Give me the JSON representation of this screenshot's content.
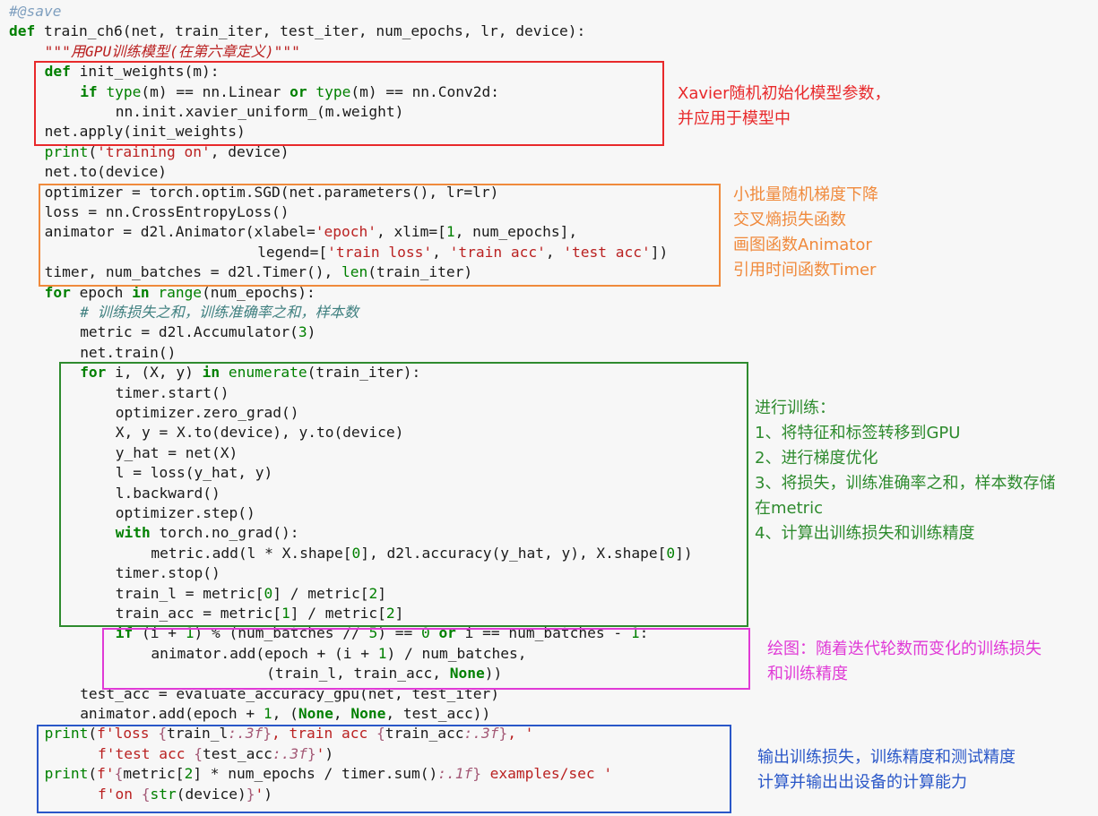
{
  "code_lines": [
    {
      "indent": 0,
      "tokens": [
        {
          "t": "#@save",
          "c": "dec"
        }
      ]
    },
    {
      "indent": 0,
      "tokens": [
        {
          "t": "def",
          "c": "kw"
        },
        {
          "t": " train_ch6(net, train_iter, test_iter, num_epochs, lr, device):"
        }
      ]
    },
    {
      "indent": 4,
      "tokens": [
        {
          "t": "\"\"\"用GPU训练模型(在第六章定义)\"\"\"",
          "c": "doc"
        }
      ]
    },
    {
      "indent": 4,
      "tokens": [
        {
          "t": "def",
          "c": "kw"
        },
        {
          "t": " init_weights(m):"
        }
      ]
    },
    {
      "indent": 8,
      "tokens": [
        {
          "t": "if",
          "c": "kw"
        },
        {
          "t": " "
        },
        {
          "t": "type",
          "c": "bi"
        },
        {
          "t": "(m) == nn.Linear "
        },
        {
          "t": "or",
          "c": "kw"
        },
        {
          "t": " "
        },
        {
          "t": "type",
          "c": "bi"
        },
        {
          "t": "(m) == nn.Conv2d:"
        }
      ]
    },
    {
      "indent": 12,
      "tokens": [
        {
          "t": "nn.init.xavier_uniform_(m.weight)"
        }
      ]
    },
    {
      "indent": 4,
      "tokens": [
        {
          "t": "net.apply(init_weights)"
        }
      ]
    },
    {
      "indent": 4,
      "tokens": [
        {
          "t": "print",
          "c": "bi"
        },
        {
          "t": "("
        },
        {
          "t": "'training on'",
          "c": "str"
        },
        {
          "t": ", device)"
        }
      ]
    },
    {
      "indent": 4,
      "tokens": [
        {
          "t": "net.to(device)"
        }
      ]
    },
    {
      "indent": 4,
      "tokens": [
        {
          "t": "optimizer = torch.optim.SGD(net.parameters(), lr=lr)"
        }
      ]
    },
    {
      "indent": 4,
      "tokens": [
        {
          "t": "loss = nn.CrossEntropyLoss()"
        }
      ]
    },
    {
      "indent": 4,
      "tokens": [
        {
          "t": "animator = d2l.Animator(xlabel="
        },
        {
          "t": "'epoch'",
          "c": "str"
        },
        {
          "t": ", xlim=["
        },
        {
          "t": "1",
          "c": "num"
        },
        {
          "t": ", num_epochs],"
        }
      ]
    },
    {
      "indent": 28,
      "tokens": [
        {
          "t": "legend=["
        },
        {
          "t": "'train loss'",
          "c": "str"
        },
        {
          "t": ", "
        },
        {
          "t": "'train acc'",
          "c": "str"
        },
        {
          "t": ", "
        },
        {
          "t": "'test acc'",
          "c": "str"
        },
        {
          "t": "])"
        }
      ]
    },
    {
      "indent": 4,
      "tokens": [
        {
          "t": "timer, num_batches = d2l.Timer(), "
        },
        {
          "t": "len",
          "c": "bi"
        },
        {
          "t": "(train_iter)"
        }
      ]
    },
    {
      "indent": 4,
      "tokens": [
        {
          "t": "for",
          "c": "kw"
        },
        {
          "t": " epoch "
        },
        {
          "t": "in",
          "c": "kw"
        },
        {
          "t": " "
        },
        {
          "t": "range",
          "c": "bi"
        },
        {
          "t": "(num_epochs):"
        }
      ]
    },
    {
      "indent": 8,
      "tokens": [
        {
          "t": "# 训练损失之和，训练准确率之和，样本数",
          "c": "com"
        }
      ]
    },
    {
      "indent": 8,
      "tokens": [
        {
          "t": "metric = d2l.Accumulator("
        },
        {
          "t": "3",
          "c": "num"
        },
        {
          "t": ")"
        }
      ]
    },
    {
      "indent": 8,
      "tokens": [
        {
          "t": "net.train()"
        }
      ]
    },
    {
      "indent": 8,
      "tokens": [
        {
          "t": "for",
          "c": "kw"
        },
        {
          "t": " i, (X, y) "
        },
        {
          "t": "in",
          "c": "kw"
        },
        {
          "t": " "
        },
        {
          "t": "enumerate",
          "c": "bi"
        },
        {
          "t": "(train_iter):"
        }
      ]
    },
    {
      "indent": 12,
      "tokens": [
        {
          "t": "timer.start()"
        }
      ]
    },
    {
      "indent": 12,
      "tokens": [
        {
          "t": "optimizer.zero_grad()"
        }
      ]
    },
    {
      "indent": 12,
      "tokens": [
        {
          "t": "X, y = X.to(device), y.to(device)"
        }
      ]
    },
    {
      "indent": 12,
      "tokens": [
        {
          "t": "y_hat = net(X)"
        }
      ]
    },
    {
      "indent": 12,
      "tokens": [
        {
          "t": "l = loss(y_hat, y)"
        }
      ]
    },
    {
      "indent": 12,
      "tokens": [
        {
          "t": "l.backward()"
        }
      ]
    },
    {
      "indent": 12,
      "tokens": [
        {
          "t": "optimizer.step()"
        }
      ]
    },
    {
      "indent": 12,
      "tokens": [
        {
          "t": "with",
          "c": "kw"
        },
        {
          "t": " torch.no_grad():"
        }
      ]
    },
    {
      "indent": 16,
      "tokens": [
        {
          "t": "metric.add(l * X.shape["
        },
        {
          "t": "0",
          "c": "num"
        },
        {
          "t": "], d2l.accuracy(y_hat, y), X.shape["
        },
        {
          "t": "0",
          "c": "num"
        },
        {
          "t": "])"
        }
      ]
    },
    {
      "indent": 12,
      "tokens": [
        {
          "t": "timer.stop()"
        }
      ]
    },
    {
      "indent": 12,
      "tokens": [
        {
          "t": "train_l = metric["
        },
        {
          "t": "0",
          "c": "num"
        },
        {
          "t": "] / metric["
        },
        {
          "t": "2",
          "c": "num"
        },
        {
          "t": "]"
        }
      ]
    },
    {
      "indent": 12,
      "tokens": [
        {
          "t": "train_acc = metric["
        },
        {
          "t": "1",
          "c": "num"
        },
        {
          "t": "] / metric["
        },
        {
          "t": "2",
          "c": "num"
        },
        {
          "t": "]"
        }
      ]
    },
    {
      "indent": 12,
      "tokens": [
        {
          "t": "if",
          "c": "kw"
        },
        {
          "t": " (i + "
        },
        {
          "t": "1",
          "c": "num"
        },
        {
          "t": ") % (num_batches // "
        },
        {
          "t": "5",
          "c": "num"
        },
        {
          "t": ") == "
        },
        {
          "t": "0",
          "c": "num"
        },
        {
          "t": " "
        },
        {
          "t": "or",
          "c": "kw"
        },
        {
          "t": " i == num_batches - "
        },
        {
          "t": "1",
          "c": "num"
        },
        {
          "t": ":"
        }
      ]
    },
    {
      "indent": 16,
      "tokens": [
        {
          "t": "animator.add(epoch + (i + "
        },
        {
          "t": "1",
          "c": "num"
        },
        {
          "t": ") / num_batches,"
        }
      ]
    },
    {
      "indent": 29,
      "tokens": [
        {
          "t": "(train_l, train_acc, "
        },
        {
          "t": "None",
          "c": "kw"
        },
        {
          "t": "))"
        }
      ]
    },
    {
      "indent": 8,
      "tokens": [
        {
          "t": "test_acc = evaluate_accuracy_gpu(net, test_iter)"
        }
      ]
    },
    {
      "indent": 8,
      "tokens": [
        {
          "t": "animator.add(epoch + "
        },
        {
          "t": "1",
          "c": "num"
        },
        {
          "t": ", ("
        },
        {
          "t": "None",
          "c": "kw"
        },
        {
          "t": ", "
        },
        {
          "t": "None",
          "c": "kw"
        },
        {
          "t": ", test_acc))"
        }
      ]
    },
    {
      "indent": 4,
      "tokens": [
        {
          "t": "print",
          "c": "bi"
        },
        {
          "t": "("
        },
        {
          "t": "f'loss ",
          "c": "str"
        },
        {
          "t": "{",
          "c": "fmtb"
        },
        {
          "t": "train_l"
        },
        {
          "t": ":.3f",
          "c": "fmt"
        },
        {
          "t": "}",
          "c": "fmtb"
        },
        {
          "t": ", train acc ",
          "c": "str"
        },
        {
          "t": "{",
          "c": "fmtb"
        },
        {
          "t": "train_acc"
        },
        {
          "t": ":.3f",
          "c": "fmt"
        },
        {
          "t": "}",
          "c": "fmtb"
        },
        {
          "t": ", '",
          "c": "str"
        }
      ]
    },
    {
      "indent": 10,
      "tokens": [
        {
          "t": "f'test acc ",
          "c": "str"
        },
        {
          "t": "{",
          "c": "fmtb"
        },
        {
          "t": "test_acc"
        },
        {
          "t": ":.3f",
          "c": "fmt"
        },
        {
          "t": "}",
          "c": "fmtb"
        },
        {
          "t": "'",
          "c": "str"
        },
        {
          "t": ")"
        }
      ]
    },
    {
      "indent": 4,
      "tokens": [
        {
          "t": "print",
          "c": "bi"
        },
        {
          "t": "("
        },
        {
          "t": "f'",
          "c": "str"
        },
        {
          "t": "{",
          "c": "fmtb"
        },
        {
          "t": "metric["
        },
        {
          "t": "2",
          "c": "num"
        },
        {
          "t": "] * num_epochs / timer.sum()"
        },
        {
          "t": ":.1f",
          "c": "fmt"
        },
        {
          "t": "}",
          "c": "fmtb"
        },
        {
          "t": " examples/sec '",
          "c": "str"
        }
      ]
    },
    {
      "indent": 10,
      "tokens": [
        {
          "t": "f'on ",
          "c": "str"
        },
        {
          "t": "{",
          "c": "fmtb"
        },
        {
          "t": "str",
          "c": "bi"
        },
        {
          "t": "(device)"
        },
        {
          "t": "}",
          "c": "fmtb"
        },
        {
          "t": "'",
          "c": "str"
        },
        {
          "t": ")"
        }
      ]
    }
  ],
  "annotations": [
    {
      "name": "annotation-weight-init",
      "color": "#e8292b",
      "text": "Xavier随机初始化模型参数，\n并应用于模型中"
    },
    {
      "name": "annotation-optimizer-setup",
      "color": "#f08a3c",
      "text": "小批量随机梯度下降\n交叉熵损失函数\n画图函数Animator\n引用时间函数Timer"
    },
    {
      "name": "annotation-training-loop",
      "color": "#2e8b2e",
      "text": "进行训练：\n1、将特征和标签转移到GPU\n2、进行梯度优化\n3、将损失，训练准确率之和，样本数存储\n在metric\n4、计算出训练损失和训练精度"
    },
    {
      "name": "annotation-plotting",
      "color": "#e03ad6",
      "text": "绘图：随着迭代轮数而变化的训练损失\n和训练精度"
    },
    {
      "name": "annotation-output",
      "color": "#2a57c8",
      "text": "输出训练损失，训练精度和测试精度\n计算并输出出设备的计算能力"
    }
  ]
}
